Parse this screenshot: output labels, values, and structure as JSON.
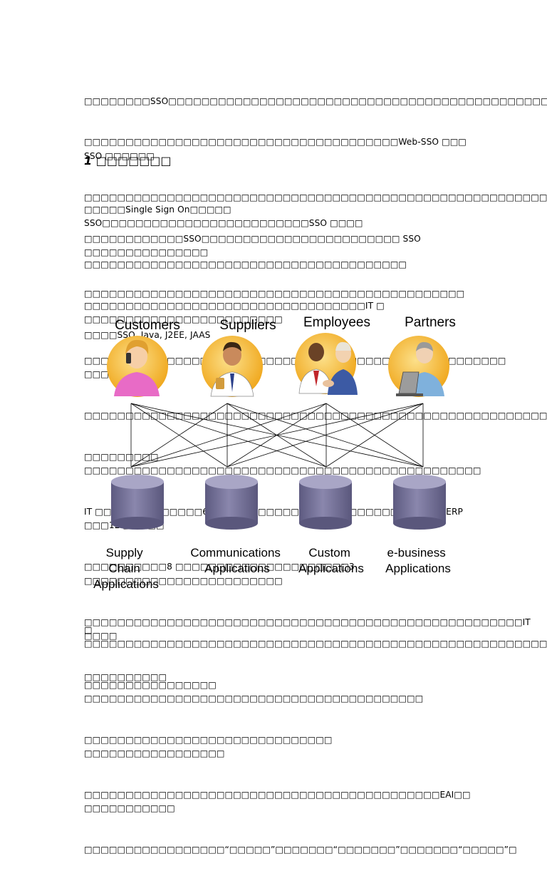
{
  "abstract": {
    "lines": [
      "□□□□□□□□SSO□□□□□□□□□□□□□□□□□□□□□□□□□□□□□□□□□□□□□□□□□□□□□□□□",
      "□□□□□□□□□□□□□□□□□□□□□□□□□□□□□□□□□□□□□□Web-SSO □□□ SSO □□□□□□",
      "□□□□□□□□□□□□□□□□□□□□□□□□□□□□□□□□□□□□□□□□□□□□□□□□□□□□□□□□□□",
      "□□□□□□□□□□□□SSO□□□□□□□□□□□□□□□□□□□□□□□□ SSO □□□□□□□□□□□□□□□",
      "□□□□□□□□□□□□□□□□□□□□□□□□□□□□□□□□□□□□□□□□□□□□□□",
      "□□□□SSO, Java, J2EE, JAAS"
    ]
  },
  "section1": {
    "number": "1",
    "title": "□□□□□□□"
  },
  "intro": {
    "lines": [
      "□□□□□Single Sign On□□□□□ SSO□□□□□□□□□□□□□□□□□□□□□□□□□SSO □□□□",
      "□□□□□□□□□□□□□□□□□□□□□□□□□□□□□□□□□□□□□□□",
      "□□□□□□□□□□□□□□□□□□□□□□□□□□□□□□□□□□IT □ □□□□□□□□□□□□□□□□□□□□□□□□",
      "□□□□□□□□□□□□□□□□□□□□□□□□□□□□□□□□□□□□□□□□□□□□□□□□□□□ □□□□□□□",
      "□□□□□□□□□□□□□□□□□□□□□□□□□□□□□□□□□□□□□□□□□□□□□□□□□□□□□□□□□□",
      "□□□□□□□□□ □□□□□□□□□□□□□□□□□□□□□□□□□□□□□□□□□□□□□□□□□□□□□□□□",
      "IT □□□□□□□□□□□□□60 □□□□□□□□□□□□□□□□□□□□□□□□SAP □ ERP □□□12 □□□□□",
      "□□□□□□□□□□8 □□□□□□□□□□□□□□□□□□□□□3 □□□□□□□□□□□□□□□□□□□□□□□□",
      "□□□□□□□□□□□□□□□□□□□□□□□□□□□□□□□□□□□□□□□□□□□□□□□□□□□□□IT □□□□",
      "□□□□□□□□□□"
    ]
  },
  "diagram": {
    "groups": [
      "Customers",
      "Suppliers",
      "Employees",
      "Partners"
    ],
    "applications": [
      [
        "Supply",
        "Chain",
        "Applications"
      ],
      [
        "Communications",
        "Applications"
      ],
      [
        "Custom",
        "Applications"
      ],
      [
        "e-business",
        "Applications"
      ]
    ],
    "colors": {
      "circle": "#f0a81e",
      "cylinder": "#7d7aa0",
      "cylinder_top": "#a9a6c6",
      "line": "#000000"
    },
    "icons": [
      "customer-woman-phone-icon",
      "supplier-man-icon",
      "employees-handshake-icon",
      "partner-laptop-icon",
      "database-icon"
    ]
  },
  "after": {
    "lines": [
      "□ □□□□□□□□□□□□□□□□□□□□□□□□□□□□□□□□□□□□□□□□□□□□□□□□□□□□□□□□□",
      "□□□□□□□□□□□□□□□□ □□□□□□□□□□□□□□□□□□□□□□□□□□□□□□□□□□□□□□□□□",
      "□□□□□□□□□□□□□□□□□□□□□□□□□□□□□□ □□□□□□□□□□□□□□□□□",
      "□□□□□□□□□□□□□□□□□□□□□□□□□□□□□□□□□□□□□□□□□□□EAI□□ □□□□□□□□□□□",
      "□□□□□□□□□□□□□□□□□“□□□□□”□□□□□□□“□□□□□□□”□□□□□□□“□□□□□”□"
    ]
  }
}
